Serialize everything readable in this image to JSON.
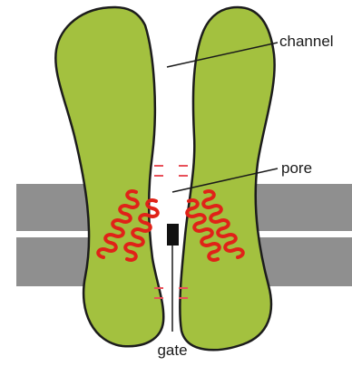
{
  "labels": {
    "channel": "channel",
    "pore": "pore",
    "gate": "gate"
  },
  "colors": {
    "protein_fill": "#a3c13f",
    "protein_stroke": "#1c1c1c",
    "membrane": "#8f8f8f",
    "helix": "#e02218",
    "charge_mark": "#e8505a",
    "gate": "#111111"
  }
}
